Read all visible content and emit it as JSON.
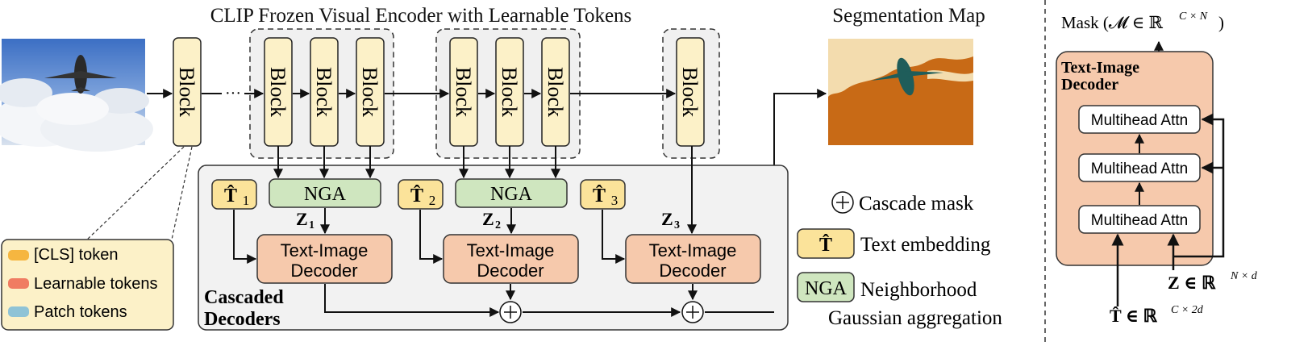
{
  "title": "CLIP Frozen Visual Encoder with Learnable Tokens",
  "segmentation_title": "Segmentation Map",
  "block_label": "Block",
  "ellipsis": "···",
  "nga_label": "NGA",
  "z_labels": [
    "Z",
    "Z",
    "Z"
  ],
  "z_subs": [
    "1",
    "2",
    "3"
  ],
  "t_hat": "T̂",
  "t_subs": [
    "1",
    "2",
    "3"
  ],
  "decoder_line1": "Text-Image",
  "decoder_line2": "Decoder",
  "cascaded_line1": "Cascaded",
  "cascaded_line2": "Decoders",
  "token_legend": {
    "cls": "[CLS] token",
    "learnable": "Learnable tokens",
    "patch": "Patch tokens"
  },
  "legend": {
    "cascade_mask": "Cascade mask",
    "text_embedding": "Text embedding",
    "nga_line1": "Neighborhood",
    "nga_line2": "Gaussian aggregation"
  },
  "detail": {
    "mask_label": "Mask (𝓜 ∈ ℝ",
    "mask_sup": "C × N",
    "mask_close": ")",
    "panel_title_1": "Text-Image",
    "panel_title_2": "Decoder",
    "attn_label": "Multihead Attn",
    "z_input": "Z ∈ ℝ",
    "z_sup": "N × d",
    "t_input": "T̂ ∈ ℝ",
    "t_sup": "C × 2d"
  },
  "colors": {
    "block_fill": "#fcf1c8",
    "nga_fill": "#cfe6bf",
    "t_fill": "#fbe39a",
    "decoder_fill": "#f6c9ac",
    "panel_fill": "#f2f2f2",
    "legend_fill": "#fcf1c8",
    "cls": "#f6b640",
    "learnable": "#f07c62",
    "patch": "#8fc3d6"
  }
}
